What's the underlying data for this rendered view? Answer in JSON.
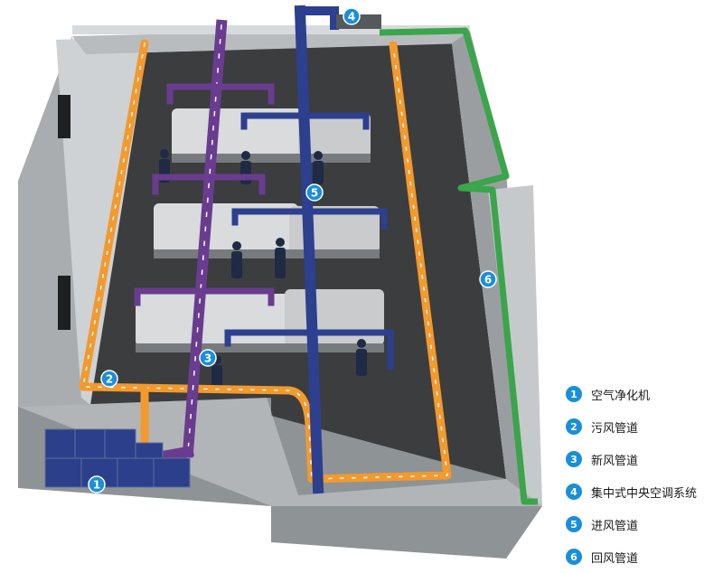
{
  "colors": {
    "wall_top": "#cfd2d4",
    "wall_face": "#8e9396",
    "wall_inner": "#a9adb0",
    "floor": "#3c3d3f",
    "exhaust_duct": "#f29a2e",
    "fresh_air_duct": "#6a3c8f",
    "supply_duct": "#2d3f8f",
    "return_duct": "#3aa54a",
    "purifier_unit": "#2b3f8a",
    "badge": "#1a8fd8"
  },
  "badges": [
    {
      "number": "1"
    },
    {
      "number": "2"
    },
    {
      "number": "3"
    },
    {
      "number": "4"
    },
    {
      "number": "5"
    },
    {
      "number": "6"
    }
  ],
  "legend": [
    {
      "number": "1",
      "label": "空气净化机"
    },
    {
      "number": "2",
      "label": "污风管道"
    },
    {
      "number": "3",
      "label": "新风管道"
    },
    {
      "number": "4",
      "label": "集中式中央空调系统"
    },
    {
      "number": "5",
      "label": "进风管道"
    },
    {
      "number": "6",
      "label": "回风管道"
    }
  ]
}
